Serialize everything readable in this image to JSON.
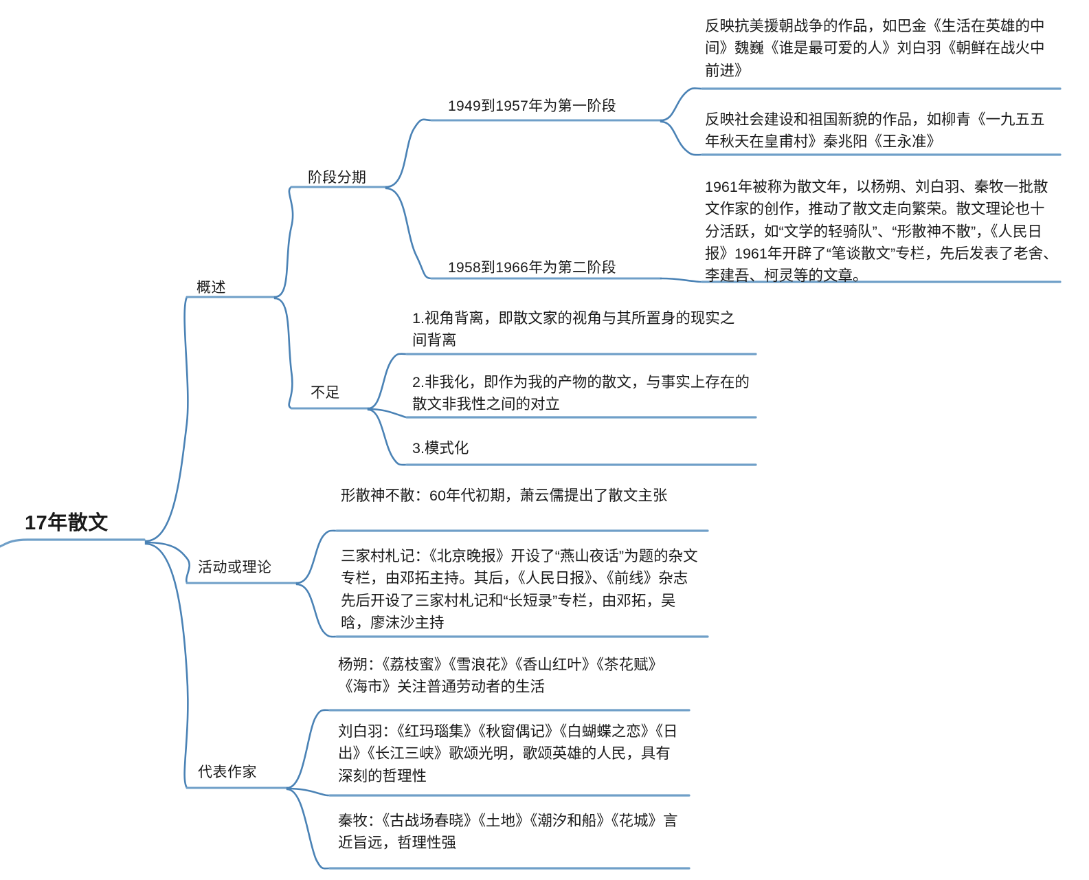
{
  "theme": {
    "background": "#ffffff",
    "link_color": "#4a82b5",
    "underline_color": "#6f9fc8",
    "text_color": "#1a1a1a"
  },
  "mindmap": {
    "root": {
      "label": "17年散文"
    },
    "branches": [
      {
        "label": "概述",
        "children": [
          {
            "label": "阶段分期",
            "children": [
              {
                "label": "1949到1957年为第一阶段",
                "children": [
                  {
                    "label": "反映抗美援朝战争的作品，如巴金《生活在英雄的中间》魏巍《谁是最可爱的人》刘白羽《朝鲜在战火中前进》"
                  },
                  {
                    "label": "反映社会建设和祖国新貌的作品，如柳青《一九五五年秋天在皇甫村》秦兆阳《王永准》"
                  }
                ]
              },
              {
                "label": "1958到1966年为第二阶段",
                "children": [
                  {
                    "label": "1961年被称为散文年，以杨朔、刘白羽、秦牧一批散文作家的创作，推动了散文走向繁荣。散文理论也十分活跃，如“文学的轻骑队”、“形散神不散”，《人民日报》1961年开辟了“笔谈散文”专栏，先后发表了老舍、李建吾、柯灵等的文章。"
                  }
                ]
              }
            ]
          },
          {
            "label": "不足",
            "children": [
              {
                "label": "1.视角背离，即散文家的视角与其所置身的现实之间背离"
              },
              {
                "label": "2.非我化，即作为我的产物的散文，与事实上存在的散文非我性之间的对立"
              },
              {
                "label": "3.模式化"
              }
            ]
          }
        ]
      },
      {
        "label": "活动或理论",
        "children": [
          {
            "label": "形散神不散：60年代初期，萧云儒提出了散文主张"
          },
          {
            "label": "三家村札记：《北京晚报》开设了“燕山夜话”为题的杂文专栏，由邓拓主持。其后，《人民日报》、《前线》杂志先后开设了三家村札记和“长短录”专栏，由邓拓，吴晗，廖沫沙主持"
          }
        ]
      },
      {
        "label": "代表作家",
        "children": [
          {
            "label": "杨朔：《荔枝蜜》《雪浪花》《香山红叶》《茶花赋》《海市》关注普通劳动者的生活"
          },
          {
            "label": "刘白羽：《红玛瑙集》《秋窗偶记》《白蝴蝶之恋》《日出》《长江三峡》歌颂光明，歌颂英雄的人民，具有深刻的哲理性"
          },
          {
            "label": "秦牧：《古战场春晓》《土地》《潮汐和船》《花城》言近旨远，哲理性强"
          }
        ]
      }
    ]
  }
}
